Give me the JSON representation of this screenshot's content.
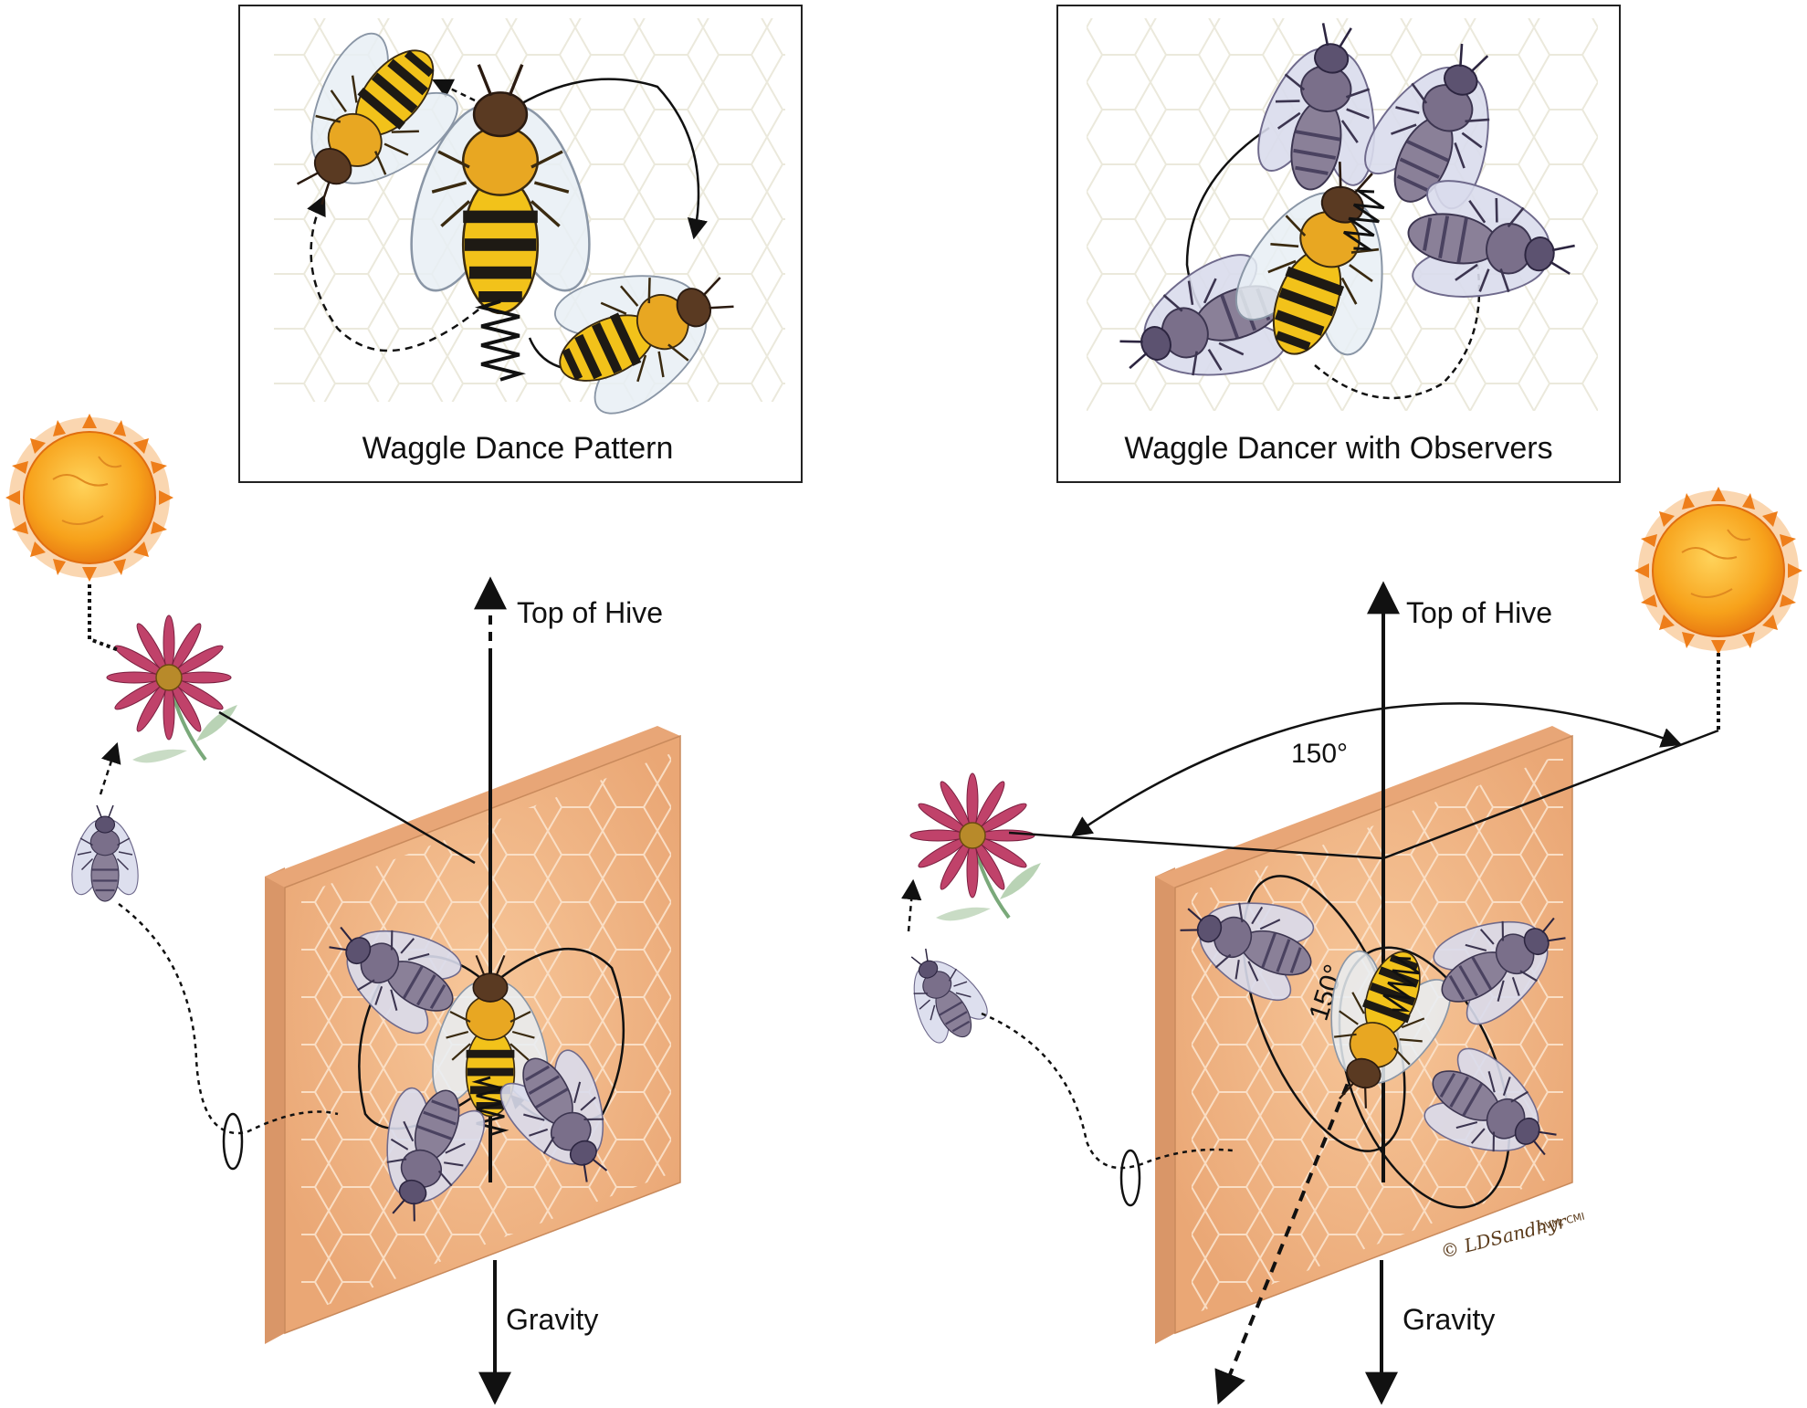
{
  "panels": {
    "pattern_title": "Waggle Dance Pattern",
    "observers_title": "Waggle Dancer with Observers"
  },
  "left_scene": {
    "top_label": "Top of Hive",
    "bottom_label": "Gravity"
  },
  "right_scene": {
    "top_label": "Top of Hive",
    "bottom_label": "Gravity",
    "angle_label": "150°",
    "angle_label_on_comb": "150°"
  },
  "signature": {
    "text": "© LDSandhyr",
    "suffix": "DVM, CMI"
  },
  "colors": {
    "comb_face": "#f2b98a",
    "comb_edge": "#d99668",
    "sun": "#f7a21b",
    "flower": "#c0426a",
    "honeybee_yellow": "#f2c21a",
    "observer_bee": "#9a92b8"
  },
  "icons": [
    "sun-icon",
    "flower-icon",
    "honeybee-icon",
    "observer-bee-icon",
    "honeycomb-frame-icon"
  ]
}
